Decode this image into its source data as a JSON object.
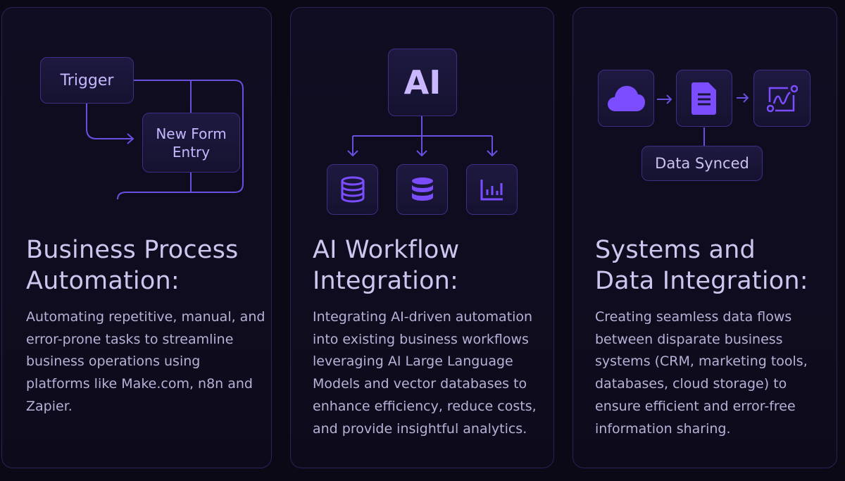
{
  "cards": [
    {
      "diagram": {
        "node1": "Trigger",
        "node2_line1": "New Form",
        "node2_line2": "Entry"
      },
      "title_line1": "Business Process",
      "title_line2": "Automation:",
      "body": "Automating repetitive, manual, and error-prone tasks to streamline business operations using platforms like Make.com, n8n and Zapier."
    },
    {
      "diagram": {
        "root": "AI",
        "icons": [
          "database-icon",
          "database-icon",
          "chart-icon"
        ]
      },
      "title_line1": "AI Workflow",
      "title_line2": "Integration:",
      "body": "Integrating AI-driven automation into existing business workflows leveraging AI Large Language Models and vector databases to enhance efficiency, reduce costs, and provide insightful analytics."
    },
    {
      "diagram": {
        "icons": [
          "cloud-icon",
          "document-icon",
          "analytics-icon"
        ],
        "status": "Data Synced"
      },
      "title_line1": "Systems and",
      "title_line2": "Data Integration:",
      "body": "Creating seamless data flows between disparate business systems (CRM, marketing tools, databases, cloud storage) to ensure efficient and error-free information sharing."
    }
  ],
  "colors": {
    "accent": "#7c4dff",
    "line": "#5b3fd6",
    "background": "#0b0916"
  }
}
